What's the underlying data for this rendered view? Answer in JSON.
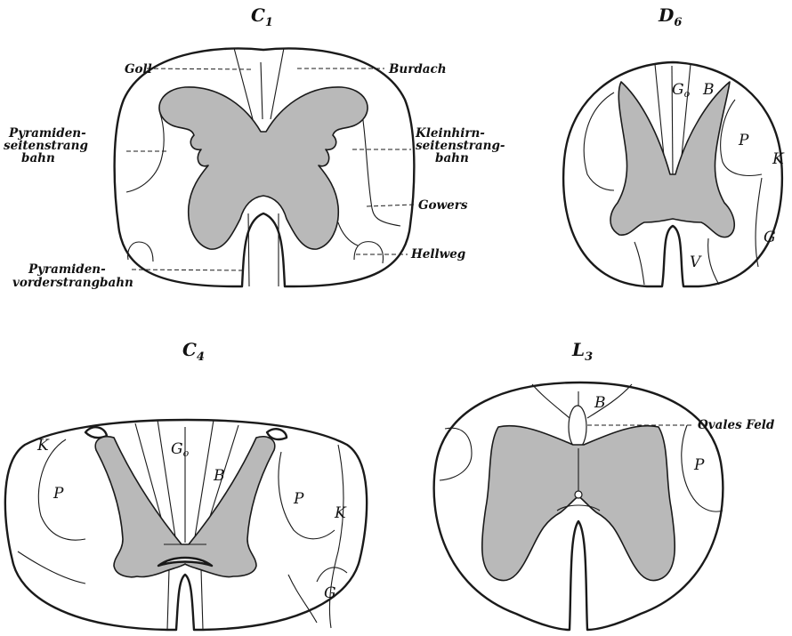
{
  "sections": {
    "c1": {
      "letter": "C",
      "sub": "1"
    },
    "d6": {
      "letter": "D",
      "sub": "6"
    },
    "c4": {
      "letter": "C",
      "sub": "4"
    },
    "l3": {
      "letter": "L",
      "sub": "3"
    }
  },
  "c1_labels": {
    "goll": "Goll",
    "burdach": "Burdach",
    "pyr_side_1": "Pyramiden-",
    "pyr_side_2": "seitenstrang",
    "pyr_side_3": "bahn",
    "klein_1": "Kleinhirn-",
    "klein_2": "seitenstrang-",
    "klein_3": "bahn",
    "gowers": "Gowers",
    "hellweg": "Hellweg",
    "pyr_front_1": "Pyramiden-",
    "pyr_front_2": "vorderstrangbahn"
  },
  "d6_labels": {
    "go": "G",
    "go_sub": "o",
    "b": "B",
    "p": "P",
    "k": "K",
    "g": "G",
    "v": "V"
  },
  "c4_labels": {
    "go": "G",
    "go_sub": "o",
    "b": "B",
    "k_left": "K",
    "p_left": "P",
    "p_right": "P",
    "k_right": "K",
    "g": "G"
  },
  "l3_labels": {
    "b": "B",
    "ovales": "Ovales Feld",
    "p": "P"
  }
}
